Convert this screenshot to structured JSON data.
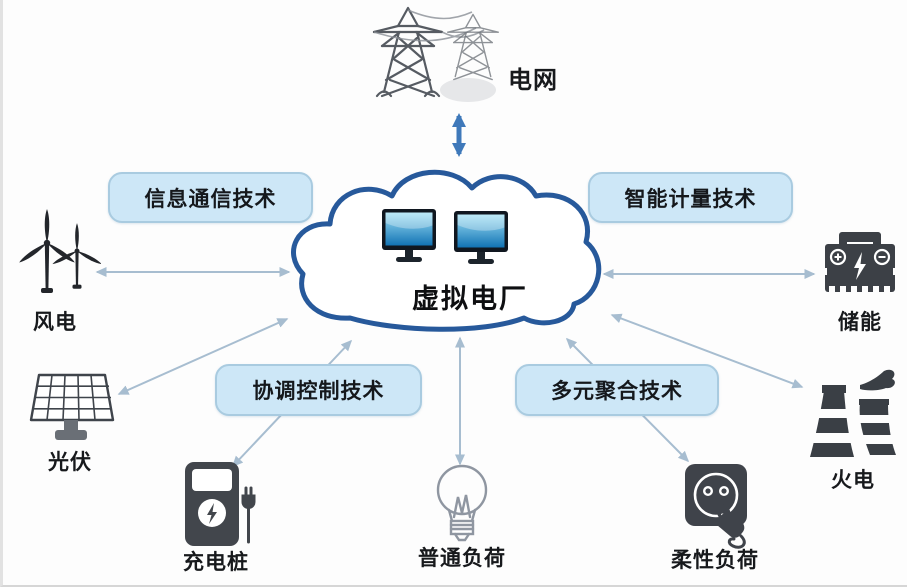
{
  "diagram": {
    "type": "hub-and-spoke",
    "center": {
      "label": "虚拟电厂",
      "icon": "dual-monitors-icon"
    },
    "grid_node": {
      "label": "电网",
      "icon": "transmission-tower-icon",
      "link": "double-arrow-blue"
    },
    "tech_boxes": {
      "info_comm": {
        "label": "信息通信技术",
        "position": "top-left"
      },
      "smart_metering": {
        "label": "智能计量技术",
        "position": "top-right"
      },
      "coordination_control": {
        "label": "协调控制技术",
        "position": "bottom-left"
      },
      "multi_aggregation": {
        "label": "多元聚合技术",
        "position": "bottom-right"
      }
    },
    "nodes": {
      "wind": {
        "label": "风电",
        "icon": "wind-turbine-icon",
        "side": "left"
      },
      "solar": {
        "label": "光伏",
        "icon": "solar-panel-icon",
        "side": "left"
      },
      "storage": {
        "label": "储能",
        "icon": "battery-icon",
        "side": "right"
      },
      "thermal": {
        "label": "火电",
        "icon": "cooling-tower-icon",
        "side": "right"
      },
      "charger": {
        "label": "充电桩",
        "icon": "charging-pile-icon",
        "side": "bottom"
      },
      "ordinary_load": {
        "label": "普通负荷",
        "icon": "light-bulb-icon",
        "side": "bottom"
      },
      "flexible_load": {
        "label": "柔性负荷",
        "icon": "socket-plug-icon",
        "side": "bottom"
      }
    },
    "colors": {
      "cloud_stroke": "#27599b",
      "box_fill": "#cde7f7",
      "box_border": "#a9cbe0",
      "arrow_light": "#a7bdd0",
      "arrow_blue": "#3f79ba",
      "icon_dark": "#41454c",
      "icon_line": "#555a61",
      "text": "#17191c"
    },
    "arrow_style": "double-headed"
  }
}
